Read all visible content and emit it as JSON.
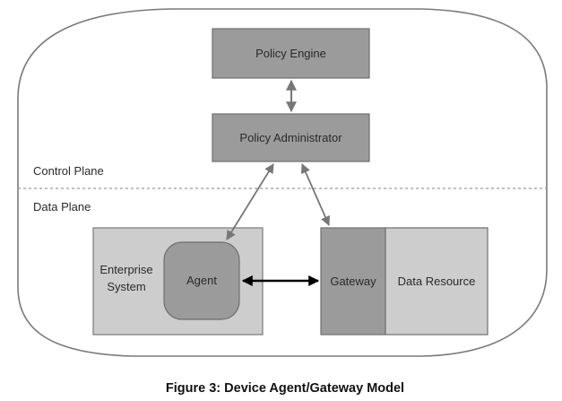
{
  "diagram": {
    "caption": "Figure 3: Device Agent/Gateway Model",
    "planes": {
      "control": "Control Plane",
      "data": "Data Plane"
    },
    "nodes": {
      "policy_engine": "Policy Engine",
      "policy_administrator": "Policy Administrator",
      "enterprise_system": [
        "Enterprise",
        "System"
      ],
      "agent": "Agent",
      "gateway": "Gateway",
      "data_resource": "Data Resource"
    },
    "edges": [
      {
        "from": "policy_engine",
        "to": "policy_administrator",
        "direction": "both"
      },
      {
        "from": "policy_administrator",
        "to": "agent",
        "direction": "both"
      },
      {
        "from": "policy_administrator",
        "to": "gateway",
        "direction": "both"
      },
      {
        "from": "agent",
        "to": "gateway",
        "direction": "both",
        "style": "bold"
      }
    ],
    "colors": {
      "dark_box": "#9b9b9b",
      "light_box": "#cdcdcd",
      "border": "#6e6e6e",
      "arrow": "#777777",
      "bold_arrow": "#000000"
    }
  }
}
